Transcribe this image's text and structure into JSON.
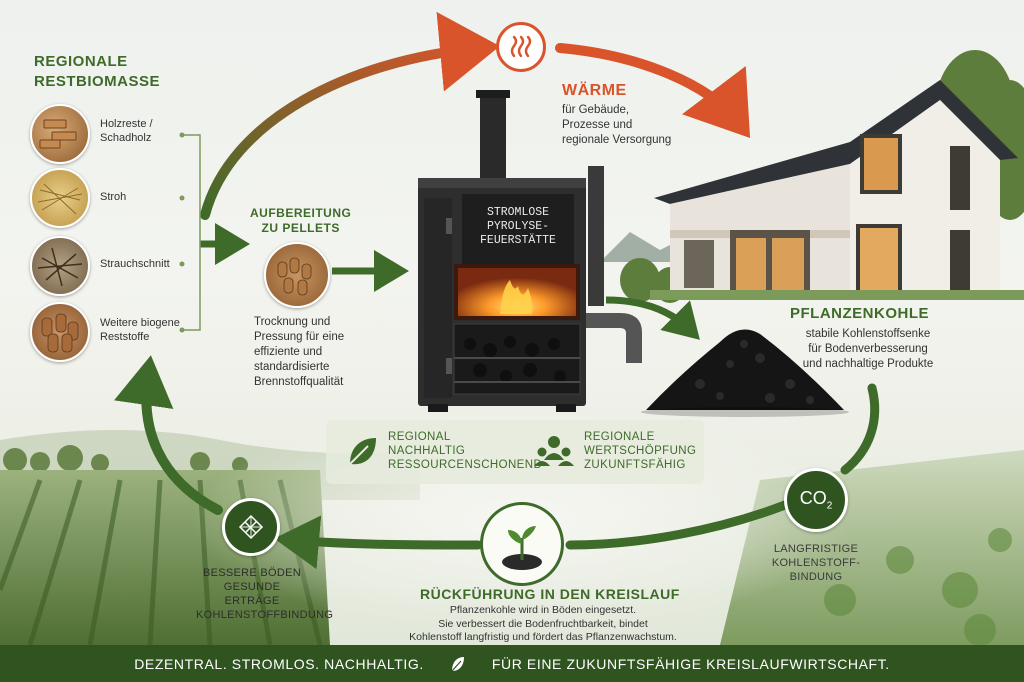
{
  "source": {
    "title_line1": "REGIONALE",
    "title_line2": "RESTBIOMASSE",
    "items": [
      {
        "label_line1": "Holzreste /",
        "label_line2": "Schadholz"
      },
      {
        "label_line1": "Stroh",
        "label_line2": ""
      },
      {
        "label_line1": "Strauchschnitt",
        "label_line2": ""
      },
      {
        "label_line1": "Weitere biogene",
        "label_line2": "Reststoffe"
      }
    ]
  },
  "pellets": {
    "title_line1": "AUFBEREITUNG",
    "title_line2": "ZU PELLETS",
    "desc_lines": [
      "Trocknung und",
      "Pressung für eine",
      "effiziente und",
      "standardisierte",
      "Brennstoffqualität"
    ]
  },
  "stove": {
    "label_lines": [
      "STROMLOSE",
      "PYROLYSE-",
      "FEUERSTÄTTE"
    ]
  },
  "heat": {
    "title": "WÄRME",
    "desc_lines": [
      "für Gebäude,",
      "Prozesse und",
      "regionale Versorgung"
    ]
  },
  "biochar": {
    "title": "PFLANZENKOHLE",
    "desc_lines": [
      "stabile Kohlenstoffsenke",
      "für Bodenverbesserung",
      "und nachhaltige Produkte"
    ]
  },
  "benefits": {
    "left_lines": [
      "REGIONAL",
      "NACHHALTIG",
      "RESSOURCENSCHONEND"
    ],
    "right_lines": [
      "REGIONALE",
      "WERTSCHÖPFUNG",
      "ZUKUNFTSFÄHIG"
    ]
  },
  "co2": {
    "symbol": "CO",
    "subscript": "2",
    "label_lines": [
      "LANGFRISTIGE",
      "KOHLENSTOFF-",
      "BINDUNG"
    ]
  },
  "return": {
    "title": "RÜCKFÜHRUNG IN DEN KREISLAUF",
    "desc_lines": [
      "Pflanzenkohle wird in Böden eingesetzt.",
      "Sie verbessert die Bodenfruchtbarkeit, bindet",
      "Kohlenstoff langfristig und fördert das Pflanzenwachstum."
    ]
  },
  "soils": {
    "label_lines": [
      "BESSERE BÖDEN",
      "GESUNDE ERTRÄGE",
      "KOHLENSTOFFBINDUNG"
    ]
  },
  "footer": {
    "left": "DEZENTRAL. STROMLOS. NACHHALTIG.",
    "right": "FÜR EINE ZUKUNFTSFÄHIGE KREISLAUFWIRTSCHAFT."
  },
  "colors": {
    "green_dark": "#2f5420",
    "green": "#3e6b2a",
    "orange": "#d9542b"
  }
}
